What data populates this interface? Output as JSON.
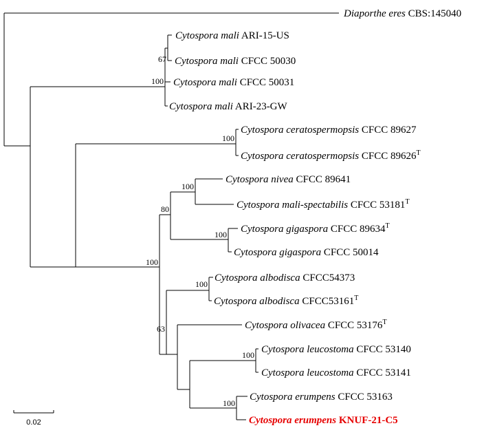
{
  "taxa": [
    {
      "id": "t1",
      "species": "Diaporthe eres",
      "strain": "CBS:145040",
      "superscript": "",
      "color": "#000000",
      "highlight": false
    },
    {
      "id": "t2",
      "species": "Cytospora mali",
      "strain": "ARI-15-US",
      "superscript": "",
      "color": "#000000",
      "highlight": false
    },
    {
      "id": "t3",
      "species": "Cytospora mali",
      "strain": "CFCC 50030",
      "superscript": "",
      "color": "#000000",
      "highlight": false
    },
    {
      "id": "t4",
      "species": "Cytospora mali",
      "strain": "CFCC 50031",
      "superscript": "",
      "color": "#000000",
      "highlight": false
    },
    {
      "id": "t5",
      "species": "Cytospora mali",
      "strain": "ARI-23-GW",
      "superscript": "",
      "color": "#000000",
      "highlight": false
    },
    {
      "id": "t6",
      "species": "Cytospora ceratospermopsis",
      "strain": "CFCC 89627",
      "superscript": "",
      "color": "#000000",
      "highlight": false
    },
    {
      "id": "t7",
      "species": "Cytospora ceratospermopsis",
      "strain": "CFCC 89626",
      "superscript": "T",
      "color": "#000000",
      "highlight": false
    },
    {
      "id": "t8",
      "species": "Cytospora nivea",
      "strain": "CFCC 89641",
      "superscript": "",
      "color": "#000000",
      "highlight": false
    },
    {
      "id": "t9",
      "species": "Cytospora mali-spectabilis",
      "strain": "CFCC 53181",
      "superscript": "T",
      "color": "#000000",
      "highlight": false
    },
    {
      "id": "t10",
      "species": "Cytospora gigaspora",
      "strain": "CFCC 89634",
      "superscript": "T",
      "color": "#000000",
      "highlight": false
    },
    {
      "id": "t11",
      "species": "Cytospora gigaspora",
      "strain": "CFCC 50014",
      "superscript": "",
      "color": "#000000",
      "highlight": false
    },
    {
      "id": "t12",
      "species": "Cytospora albodisca",
      "strain": "CFCC54373",
      "superscript": "",
      "color": "#000000",
      "highlight": false
    },
    {
      "id": "t13",
      "species": "Cytospora albodisca",
      "strain": "CFCC53161",
      "superscript": "T",
      "color": "#000000",
      "highlight": false
    },
    {
      "id": "t14",
      "species": "Cytospora olivacea",
      "strain": "CFCC 53176",
      "superscript": "T",
      "color": "#000000",
      "highlight": false
    },
    {
      "id": "t15",
      "species": "Cytospora leucostoma",
      "strain": "CFCC 53140",
      "superscript": "",
      "color": "#000000",
      "highlight": false
    },
    {
      "id": "t16",
      "species": "Cytospora leucostoma",
      "strain": "CFCC 53141",
      "superscript": "",
      "color": "#000000",
      "highlight": false
    },
    {
      "id": "t17",
      "species": "Cytospora erumpens",
      "strain": "CFCC 53163",
      "superscript": "",
      "color": "#000000",
      "highlight": false
    },
    {
      "id": "t18",
      "species": "Cytospora erumpens",
      "strain": "KNUF-21-C5",
      "superscript": "",
      "color": "#e60000",
      "highlight": true
    }
  ],
  "bootstrap": {
    "n_mali_a": "67",
    "n_mali": "100",
    "n_cerato": "100",
    "n_nivea": "100",
    "n_giga": "100",
    "n_nivgig": "80",
    "n_albo": "100",
    "n_core": "100",
    "n_eru": "100",
    "n_rest": "63"
  },
  "scale_bar": {
    "label": "0.02"
  }
}
